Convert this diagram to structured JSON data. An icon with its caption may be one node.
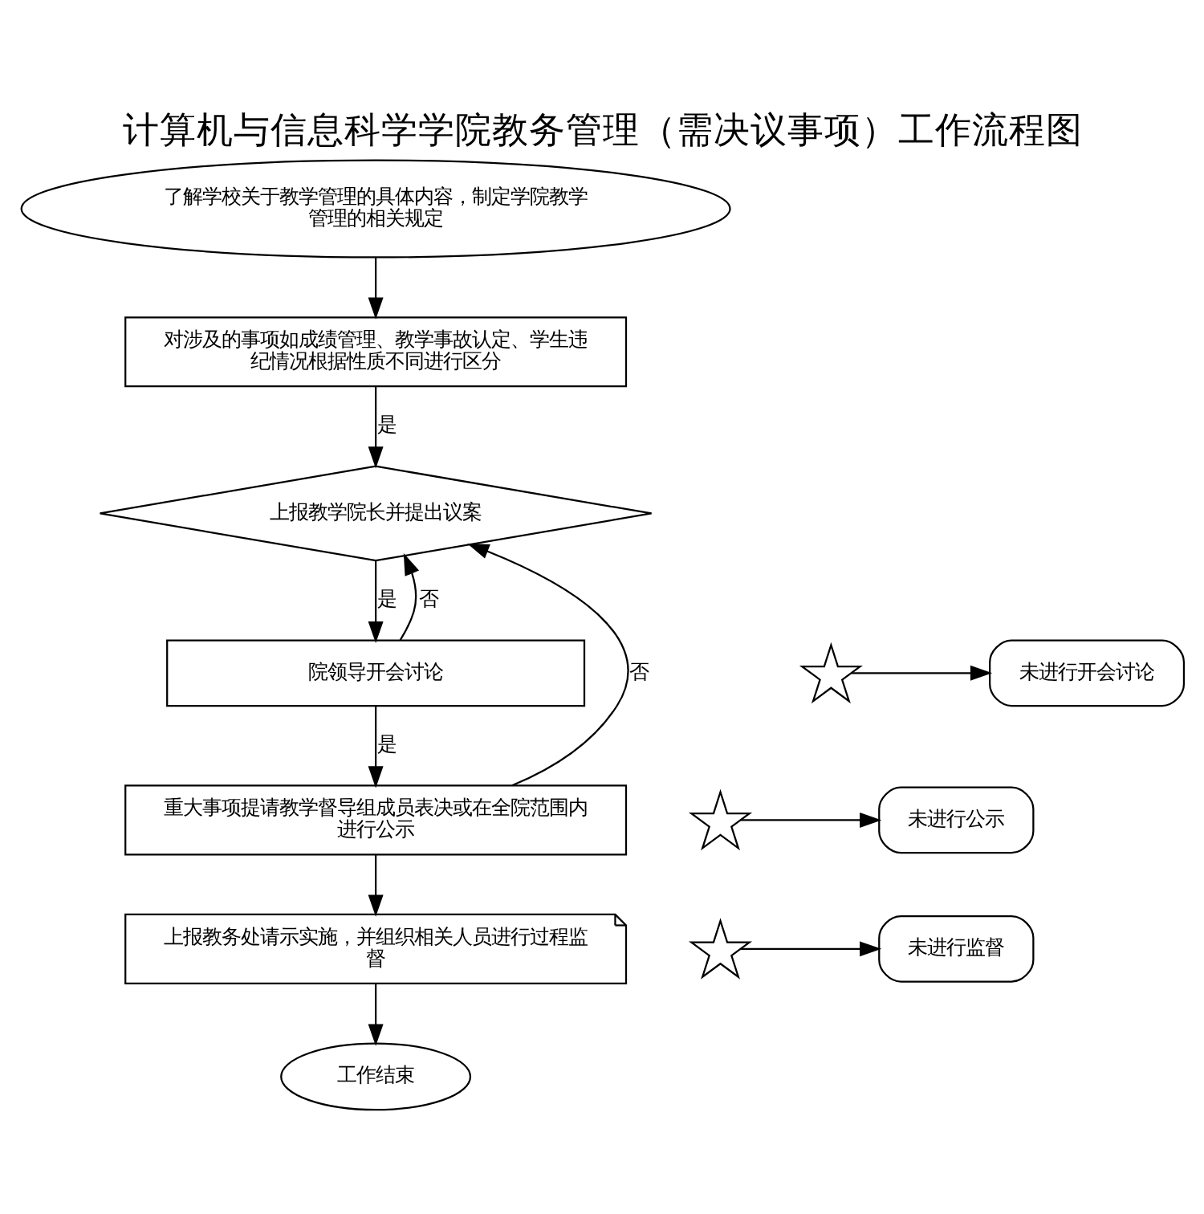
{
  "diagram": {
    "title": "计算机与信息科学学院教务管理（需决议事项）工作流程图",
    "nodes": [
      {
        "text": [
          "了解学校关于教学管理的具体内容，制定学院教学管理的相关规定"
        ]
      },
      {
        "text": [
          "对涉及的事项如成绩管理、教学事故认定、学生违纪情况根据性质不同进行区分"
        ]
      },
      {
        "text": [
          "上报教学院长并提出议案"
        ]
      },
      {
        "text": [
          "院领导开会讨论"
        ]
      },
      {
        "text": [
          "重大事项提请教学督导组成员表决或在全院范围内进行公示"
        ]
      },
      {
        "text": [
          "上报教务处请示实施，并组织相关人员进行过程监督"
        ]
      },
      {
        "text": [
          "工作结束"
        ]
      },
      {
        "text": [],
        "shape": "burst"
      },
      {
        "text": [
          "未进行开会讨论"
        ]
      },
      {
        "text": [],
        "shape": "burst"
      },
      {
        "text": [
          "未进行公示"
        ]
      },
      {
        "text": [],
        "shape": "burst"
      },
      {
        "text": [
          "未进行监督"
        ]
      }
    ],
    "edges": [
      {
        "from": 0,
        "to": 1,
        "arrow": "to"
      },
      {
        "from": 1,
        "to": 2,
        "arrow": "to",
        "label": "是"
      },
      {
        "from": 2,
        "to": 3,
        "arrow": "to",
        "label": "是"
      },
      {
        "from": 3,
        "to": 4,
        "arrow": "to",
        "label": "是"
      },
      {
        "from": 4,
        "to": 5,
        "arrow": "to"
      },
      {
        "from": 5,
        "to": 6,
        "arrow": "to"
      },
      {
        "from": 3,
        "to": 2,
        "arrow": "to",
        "label": "否"
      },
      {
        "from": 4,
        "to": 2,
        "arrow": "to",
        "label": "否"
      },
      {
        "from": 7,
        "to": 8,
        "arrow": "to"
      },
      {
        "from": 9,
        "to": 10,
        "arrow": "to"
      },
      {
        "from": 11,
        "to": 12,
        "arrow": "to"
      }
    ]
  }
}
